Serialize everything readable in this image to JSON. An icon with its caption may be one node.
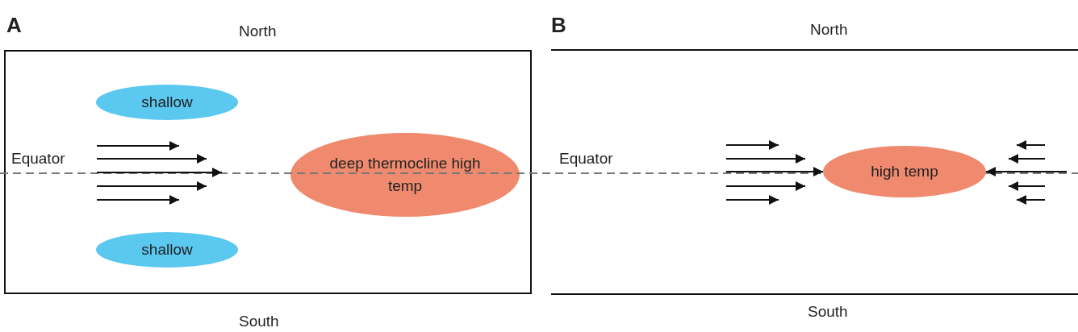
{
  "diagram": {
    "nodes": [
      {
        "text": [],
        "shape": "box"
      },
      {
        "text": [
          "shallow"
        ],
        "in": 0
      },
      {
        "text": [
          "deep thermocline high temp"
        ],
        "in": 0
      },
      {
        "text": [
          "shallow"
        ],
        "in": 0
      },
      {
        "text": [
          "high temp"
        ]
      }
    ],
    "edges": [
      {
        "from": null,
        "to": 4,
        "arrow": "to"
      },
      {
        "from": null,
        "to": 4,
        "arrow": "to"
      }
    ],
    "labels": [
      "A",
      "North",
      "B",
      "North",
      "Equator",
      "Equator",
      "South",
      "South"
    ]
  }
}
